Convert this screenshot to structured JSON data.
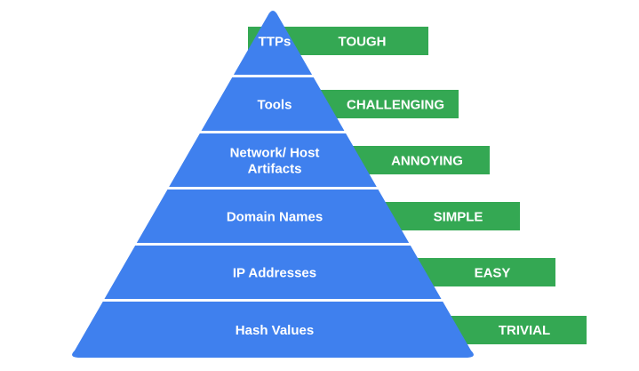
{
  "diagram": {
    "type": "pyramid",
    "colors": {
      "pyramid": "#3f80ee",
      "separator": "#ffffff",
      "tag": "#34a853",
      "text": "#ffffff"
    },
    "levels": [
      {
        "lines": [
          "TTPs"
        ],
        "difficulty": "TOUGH"
      },
      {
        "lines": [
          "Tools"
        ],
        "difficulty": "CHALLENGING"
      },
      {
        "lines": [
          "Network/ Host",
          "Artifacts"
        ],
        "difficulty": "ANNOYING"
      },
      {
        "lines": [
          "Domain Names"
        ],
        "difficulty": "SIMPLE"
      },
      {
        "lines": [
          "IP Addresses"
        ],
        "difficulty": "EASY"
      },
      {
        "lines": [
          "Hash Values"
        ],
        "difficulty": "TRIVIAL"
      }
    ]
  }
}
